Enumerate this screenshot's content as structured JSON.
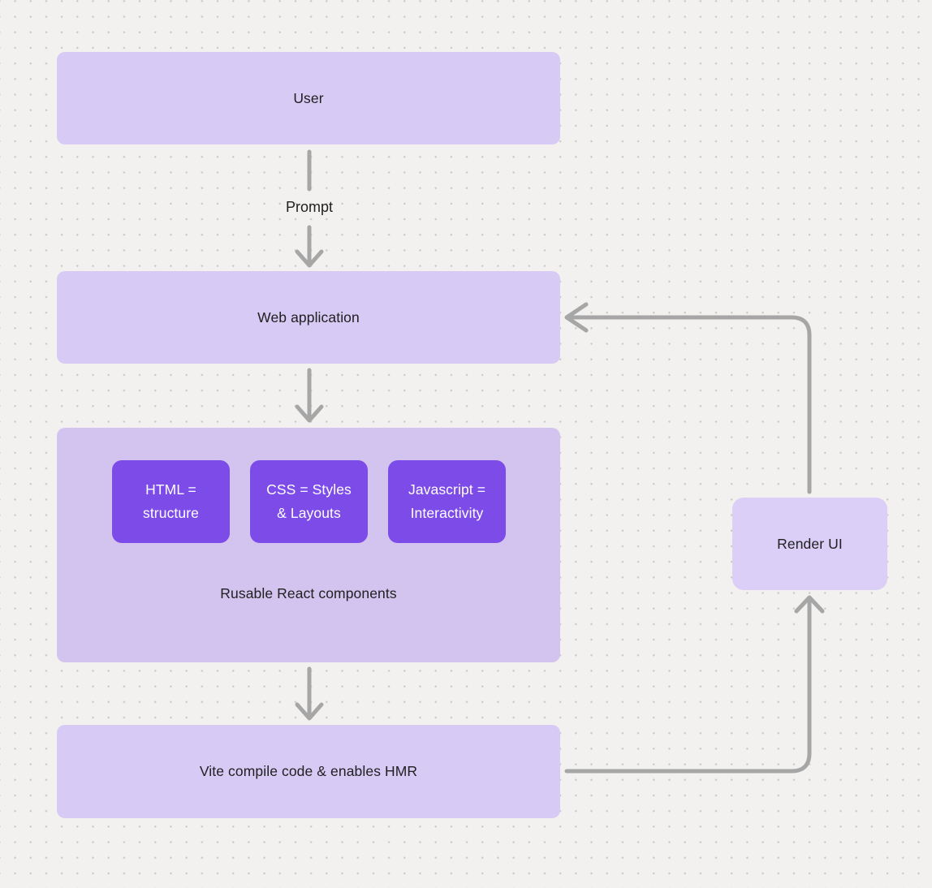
{
  "colors": {
    "canvas-bg": "#f2f1ef",
    "dot": "#ccccc6",
    "box-light": "#d7caf4",
    "container-light": "#d3c4ef",
    "render-light": "#dbcef7",
    "accent": "#7c4be8",
    "arrow": "#a6a6a6",
    "text-dark": "#212121",
    "text-light": "#ffffff"
  },
  "diagram": {
    "nodes": {
      "user": {
        "label": "User"
      },
      "web_application": {
        "label": "Web application"
      },
      "components": {
        "label": "Rusable React components",
        "items": [
          {
            "line1": "HTML =",
            "line2": "structure"
          },
          {
            "line1": "CSS = Styles",
            "line2": "& Layouts"
          },
          {
            "line1": "Javascript =",
            "line2": "Interactivity"
          }
        ]
      },
      "vite": {
        "label": "Vite compile code & enables HMR"
      },
      "render_ui": {
        "label": "Render UI"
      }
    },
    "edges": {
      "prompt_label": "Prompt"
    }
  }
}
